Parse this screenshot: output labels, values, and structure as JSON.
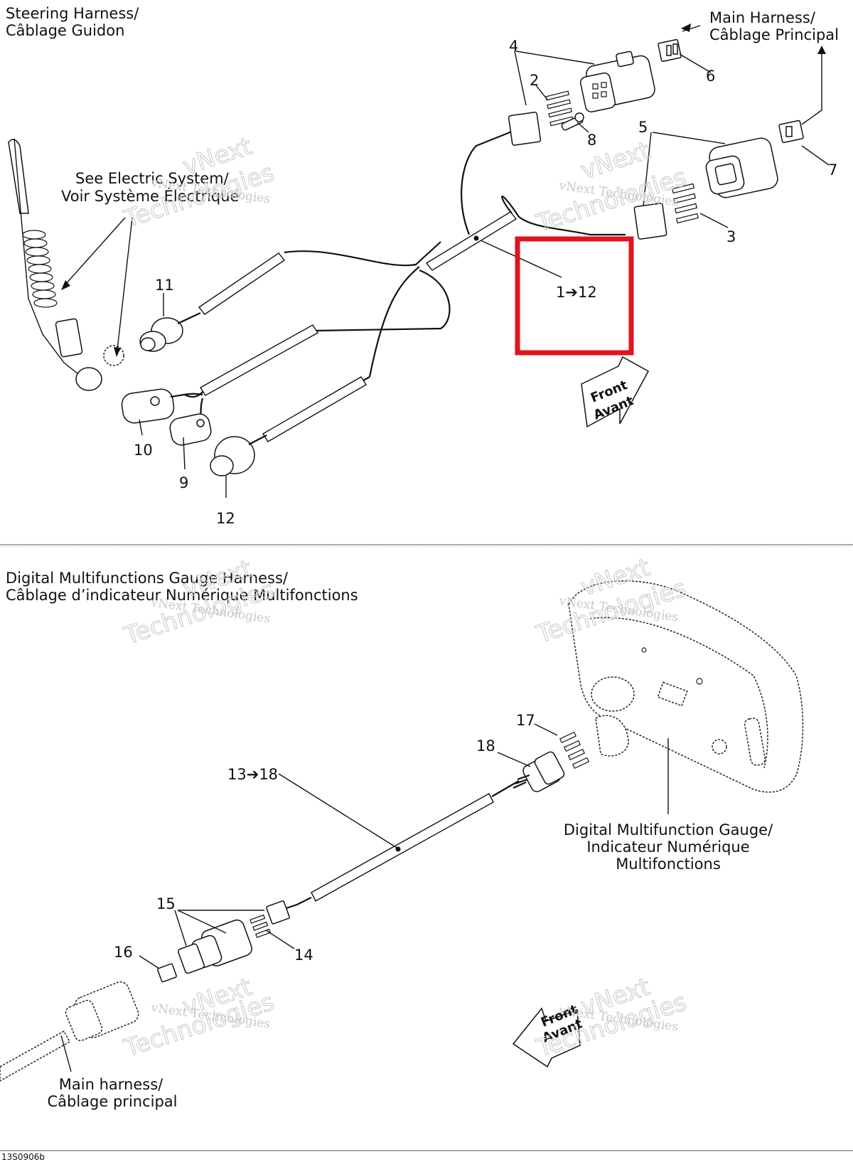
{
  "top_section": {
    "title_line1": "Steering Harness/",
    "title_line2": "Câblage Guidon",
    "main_harness_line1": "Main Harness/",
    "main_harness_line2": "Câblage Principal",
    "see_electric_line1": "See Electric System/",
    "see_electric_line2": "Voir Système Électrique",
    "front_line1": "Front",
    "front_line2": "Avant",
    "callouts": {
      "c1_12": "1➔12",
      "c2": "2",
      "c3": "3",
      "c4": "4",
      "c5": "5",
      "c6": "6",
      "c7": "7",
      "c8": "8",
      "c9": "9",
      "c10": "10",
      "c11": "11",
      "c12": "12"
    },
    "highlight_color": "#e0141e"
  },
  "bottom_section": {
    "title_line1": "Digital Multifunctions Gauge Harness/",
    "title_line2": "Câblage d’indicateur Numérique Multifonctions",
    "gauge_line1": "Digital Multifunction Gauge/",
    "gauge_line2": "Indicateur Numérique",
    "gauge_line3": "Multifonctions",
    "main_harness_line1": "Main harness/",
    "main_harness_line2": "Câblage principal",
    "front_line1": "Front",
    "front_line2": "Avant",
    "callouts": {
      "c13_18": "13➔18",
      "c14": "14",
      "c15": "15",
      "c16": "16",
      "c17": "17",
      "c18": "18"
    }
  },
  "watermark": {
    "line1": "vNext",
    "line2": "vNext Technologies",
    "line3": "Technologies"
  },
  "footer_code": "13S0906b"
}
